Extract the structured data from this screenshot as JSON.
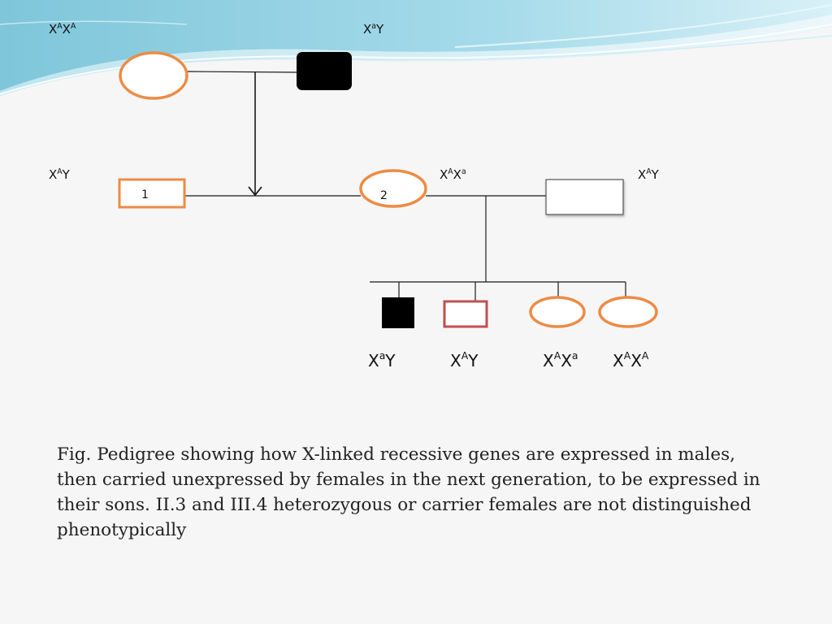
{
  "pedigree": {
    "generation1": {
      "female_genotype": {
        "base1": "X",
        "sup1": "A",
        "base2": "X",
        "sup2": "A"
      },
      "male_genotype": {
        "base1": "X",
        "sup1": "a",
        "base2": "Y"
      }
    },
    "generation2": {
      "male1_genotype": {
        "base1": "X",
        "sup1": "A",
        "base2": "Y"
      },
      "male1_number": "1",
      "female2_genotype": {
        "base1": "X",
        "sup1": "A",
        "base2": "X",
        "sup2": "a"
      },
      "female2_number": "2",
      "spouse_genotype": {
        "base1": "X",
        "sup1": "A",
        "base2": "Y"
      }
    },
    "generation3": [
      {
        "base1": "X",
        "sup1": "a",
        "base2": "Y"
      },
      {
        "base1": "X",
        "sup1": "A",
        "base2": "Y"
      },
      {
        "base1": "X",
        "sup1": "A",
        "base2": "X",
        "sup2": "a"
      },
      {
        "base1": "X",
        "sup1": "A",
        "base2": "X",
        "sup2": "A"
      }
    ]
  },
  "caption": "Fig. Pedigree showing how X-linked recessive genes are expressed in males, then carried unexpressed by females in the next generation, to be expressed in their sons. II.3 and III.4 heterozygous or carrier females are not distinguished phenotypically",
  "colors": {
    "female_outline": "#ed8b44",
    "affected_fill": "#000000",
    "carrier_male_outline": "#c0504d",
    "line": "#1a1a1a"
  }
}
